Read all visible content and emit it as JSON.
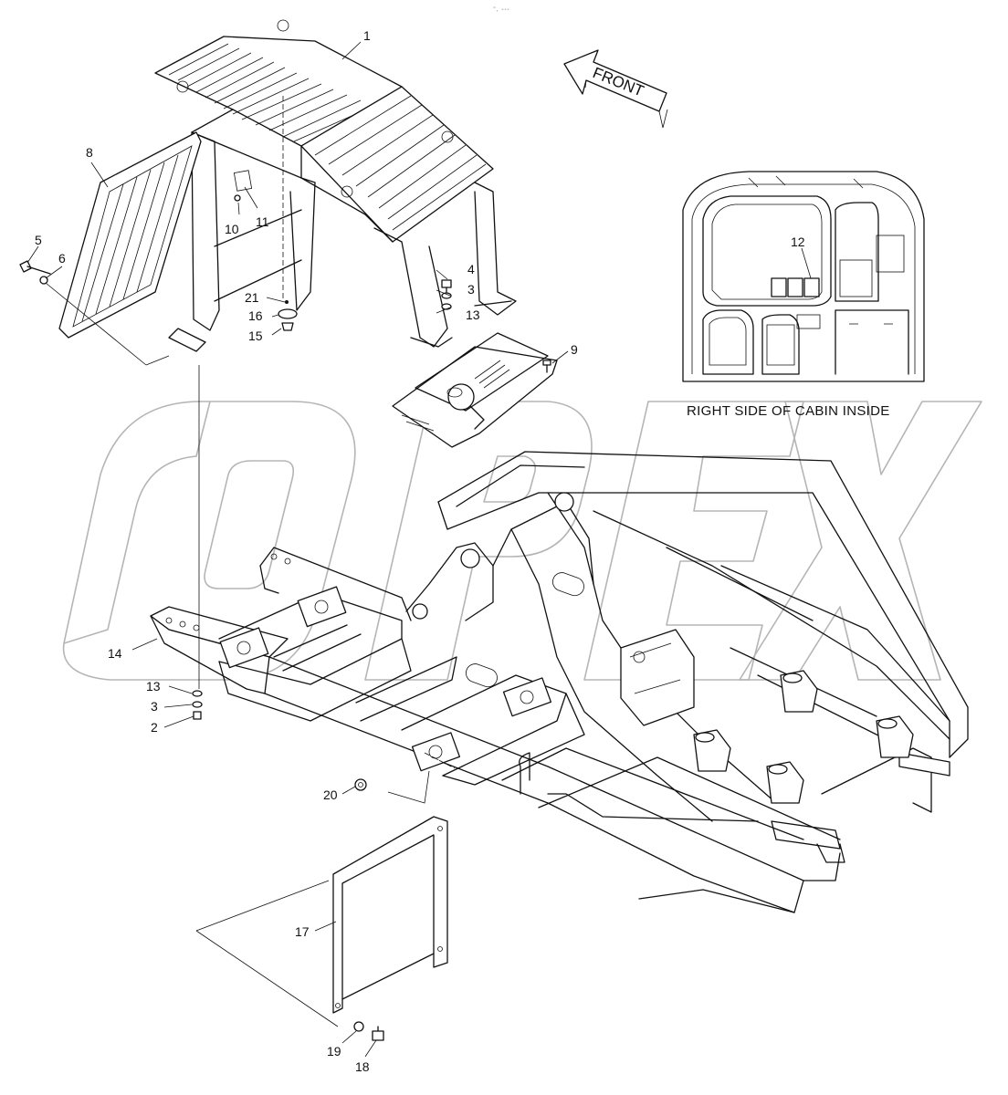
{
  "header_code": "ᵐ˳ ₒₒₒ",
  "watermark_letters": [
    "O",
    "P",
    "E",
    "X"
  ],
  "front_arrow_text": "FRONT",
  "inset_caption": "RIGHT SIDE OF CABIN INSIDE",
  "callouts": {
    "c1": "1",
    "c2": "2",
    "c3a": "3",
    "c3b": "3",
    "c4": "4",
    "c5": "5",
    "c6": "6",
    "c8": "8",
    "c9": "9",
    "c10": "10",
    "c11": "11",
    "c12": "12",
    "c13a": "13",
    "c13b": "13",
    "c14": "14",
    "c15": "15",
    "c16": "16",
    "c17": "17",
    "c18": "18",
    "c19": "19",
    "c20": "20",
    "c21": "21"
  }
}
